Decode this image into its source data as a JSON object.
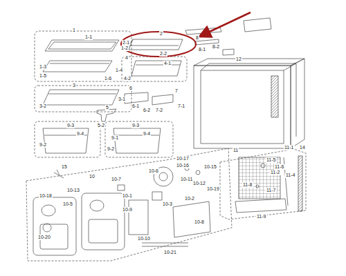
{
  "diagram": {
    "labels": [
      "1",
      "1-1",
      "1-2",
      "1-3",
      "1-4",
      "1-5",
      "1-6",
      "2",
      "2-1",
      "2-2",
      "8",
      "8-2",
      "8-1",
      "12",
      "4",
      "4-1",
      "4-2",
      "3",
      "3-1",
      "3-2",
      "6",
      "6-1",
      "6-2",
      "7",
      "7-1",
      "7-2",
      "5",
      "5-2",
      "9-3",
      "9-4",
      "9-2",
      "9-3",
      "9-4",
      "9-1",
      "9-2",
      "10",
      "10-17",
      "10-6",
      "10-15",
      "10-16",
      "10-11",
      "10-12",
      "10-19",
      "10-13",
      "10-18",
      "10-5",
      "10-7",
      "10-1",
      "10-9",
      "10-10",
      "10-3",
      "10-2",
      "10-8",
      "10-20",
      "10-21",
      "15",
      "11",
      "11-1",
      "11-5",
      "11-6",
      "11-2",
      "11-4",
      "11-8",
      "11-7",
      "11-9",
      "14"
    ]
  }
}
